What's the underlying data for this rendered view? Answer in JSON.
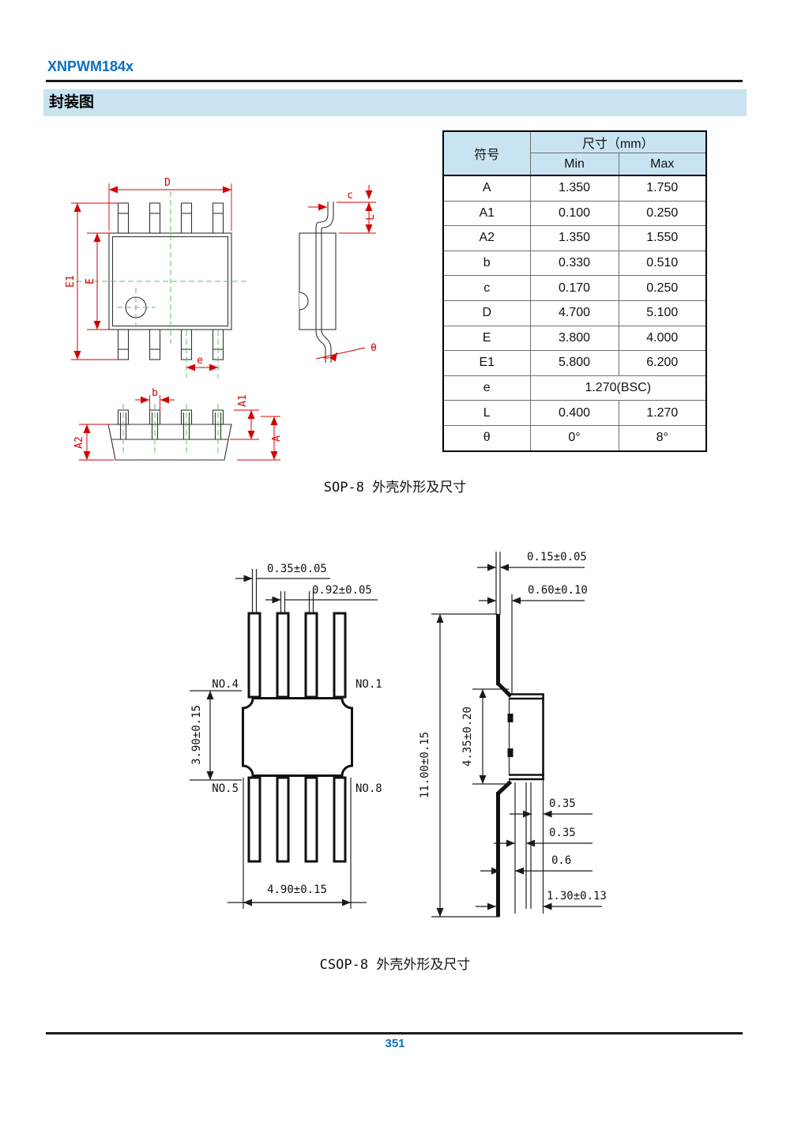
{
  "header": {
    "doc_title": "XNPWM184x",
    "section_title": "封装图"
  },
  "footer": {
    "page_number": "351"
  },
  "dim_table": {
    "col_symbol": "符号",
    "col_size": "尺寸（mm）",
    "col_min": "Min",
    "col_max": "Max",
    "rows": [
      {
        "symbol": "A",
        "min": "1.350",
        "max": "1.750"
      },
      {
        "symbol": "A1",
        "min": "0.100",
        "max": "0.250"
      },
      {
        "symbol": "A2",
        "min": "1.350",
        "max": "1.550"
      },
      {
        "symbol": "b",
        "min": "0.330",
        "max": "0.510"
      },
      {
        "symbol": "c",
        "min": "0.170",
        "max": "0.250"
      },
      {
        "symbol": "D",
        "min": "4.700",
        "max": "5.100"
      },
      {
        "symbol": "E",
        "min": "3.800",
        "max": "4.000"
      },
      {
        "symbol": "E1",
        "min": "5.800",
        "max": "6.200"
      },
      {
        "symbol": "e",
        "span": "1.270(BSC)"
      },
      {
        "symbol": "L",
        "min": "0.400",
        "max": "1.270"
      },
      {
        "symbol": "θ",
        "min": "0°",
        "max": "8°"
      }
    ]
  },
  "sop8": {
    "caption": "SOP-8 外壳外形及尺寸",
    "dims": {
      "d": "D",
      "e1": "E1",
      "e_body": "E",
      "e_pitch": "e",
      "c": "c",
      "l": "L",
      "theta": "θ",
      "b": "b",
      "a1": "A1",
      "a2": "A2",
      "a": "A"
    }
  },
  "csop8": {
    "caption": "CSOP-8 外壳外形及尺寸",
    "pins": {
      "no4": "NO.4",
      "no1": "NO.1",
      "no5": "NO.5",
      "no8": "NO.8"
    },
    "dims": {
      "pin_w": "0.35±0.05",
      "pin_w2": "0.92±0.05",
      "body_h": "3.90±0.15",
      "body_w": "4.90±0.15",
      "lead_t": "0.15±0.05",
      "lead_w": "0.60±0.10",
      "total_h": "11.00±0.15",
      "pkg_h": "4.35±0.20",
      "foot1": "0.35",
      "foot2": "0.35",
      "foot3": "0.6",
      "foot4": "1.30±0.13"
    }
  },
  "colors": {
    "accent_blue": "#0b6fc0",
    "bar_bg": "#c9e3f0",
    "table_header_bg": "#c8e4f2",
    "dim_red": "#d40000",
    "centerline_green": "#5fc05f"
  }
}
